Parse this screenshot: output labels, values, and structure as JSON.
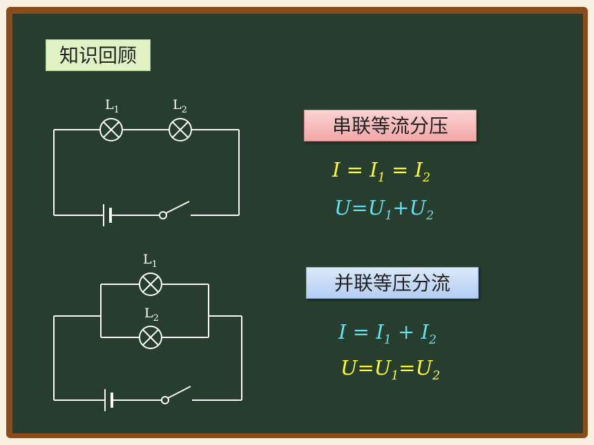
{
  "title": "知识回顾",
  "series": {
    "heading": "串联等流分压",
    "lamp1_label": "L",
    "lamp1_sub": "1",
    "lamp2_label": "L",
    "lamp2_sub": "2",
    "formula_current": {
      "lhs": "I",
      "eq1": " = ",
      "t1": "I",
      "t1_sub": "1",
      "eq2": " = ",
      "t2": "I",
      "t2_sub": "2"
    },
    "formula_voltage": {
      "lhs": "U",
      "eq1": "=",
      "t1": "U",
      "t1_sub": "1",
      "op": "+",
      "t2": "U",
      "t2_sub": "2"
    }
  },
  "parallel": {
    "heading": "并联等压分流",
    "lamp1_label": "L",
    "lamp1_sub": "1",
    "lamp2_label": "L",
    "lamp2_sub": "2",
    "formula_current": {
      "lhs": "I",
      "eq1": " = ",
      "t1": "I",
      "t1_sub": "1",
      "op": " + ",
      "t2": "I",
      "t2_sub": "2"
    },
    "formula_voltage": {
      "lhs": "U",
      "eq1": "=",
      "t1": "U",
      "t1_sub": "1",
      "eq2": "=",
      "t2": "U",
      "t2_sub": "2"
    }
  },
  "colors": {
    "board": "#273d2e",
    "frame": "#8a4a1a",
    "wire": "#ffffff",
    "formula_yellow": "#ffff33",
    "formula_cyan": "#66e0ee"
  }
}
